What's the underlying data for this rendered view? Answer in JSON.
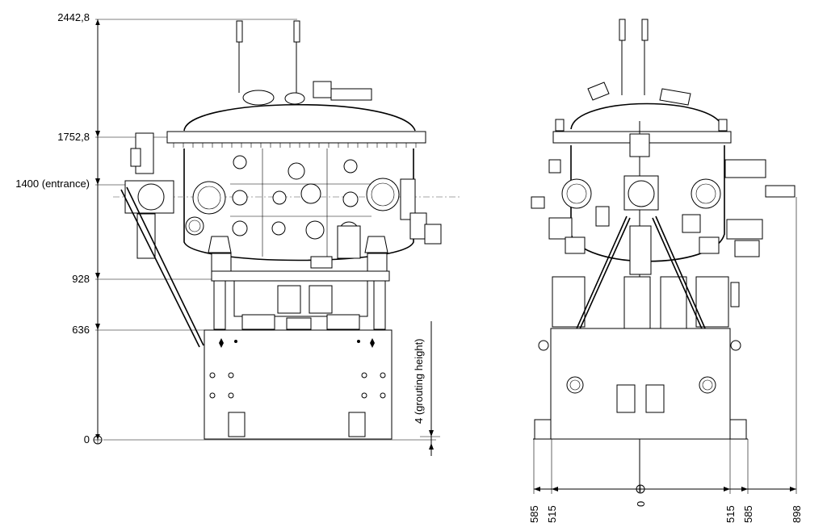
{
  "left_view": {
    "height_labels": {
      "top": "2442,8",
      "flange": "1752,8",
      "entrance": "1400 (entrance)",
      "frame_top": "928",
      "base_top": "636",
      "floor": "0"
    },
    "grouting_label": "4 (grouting height)"
  },
  "right_view": {
    "width_labels": {
      "left_outer": "585",
      "left_inner": "515",
      "center": "0",
      "right_inner": "515",
      "right_outer": "585",
      "right_max": "898"
    }
  }
}
